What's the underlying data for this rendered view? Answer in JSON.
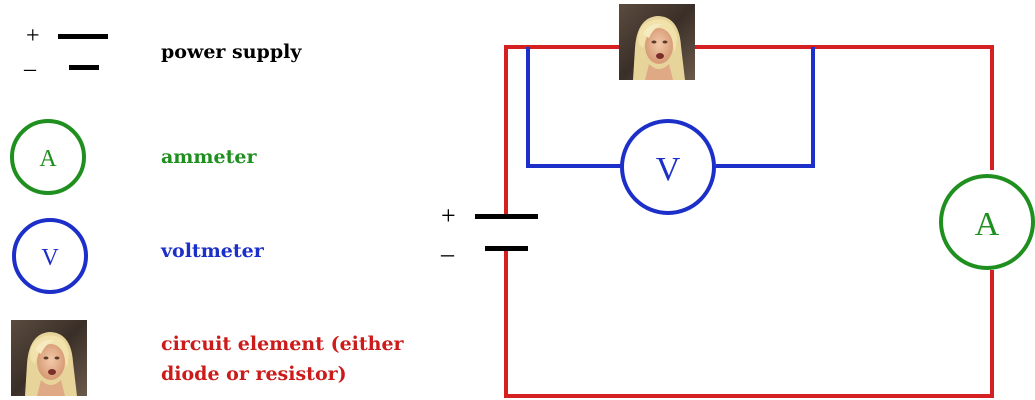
{
  "legend": {
    "power_supply": {
      "label": "power supply",
      "plus_sign": "+",
      "minus_sign": "–"
    },
    "ammeter": {
      "label": "ammeter",
      "symbol": "A"
    },
    "voltmeter": {
      "label": "voltmeter",
      "symbol": "V"
    },
    "circuit_element": {
      "label_line1": "circuit element (either",
      "label_line2": "diode or resistor)",
      "icon": "portrait-photo-icon"
    }
  },
  "circuit": {
    "battery_plus": "+",
    "battery_minus": "–",
    "voltmeter_symbol": "V",
    "ammeter_symbol": "A",
    "element_icon": "portrait-photo-icon"
  },
  "colors": {
    "wire": "#d42020",
    "voltmeter": "#1c2fc8",
    "ammeter": "#1f8f1f",
    "element_label": "#cc1b1b",
    "text": "#000000"
  }
}
